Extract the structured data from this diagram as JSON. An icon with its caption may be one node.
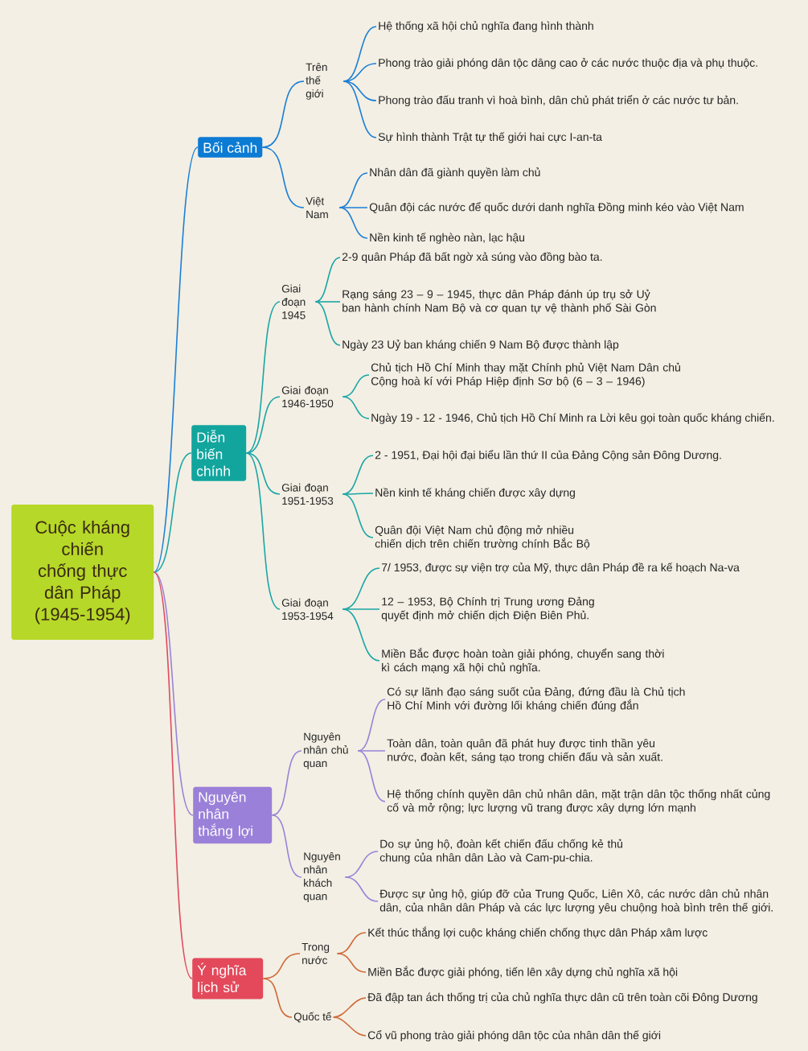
{
  "diagram": {
    "nodes": [
      {
        "text": [
          "Cuộc kháng chiến chống thực dân Pháp (1945-1954)"
        ]
      },
      {
        "text": [
          "Bối cảnh"
        ]
      },
      {
        "text": [
          "Trên thế giới"
        ]
      },
      {
        "text": [
          "Hệ thống xã hội chủ nghĩa đang hình thành"
        ]
      },
      {
        "text": [
          "Phong trào giải phóng dân tộc dâng cao ở các nước thuộc địa và phụ thuộc."
        ]
      },
      {
        "text": [
          "Phong trào đấu tranh vì hoà bình, dân chủ phát triển ở các nước tư bản."
        ]
      },
      {
        "text": [
          "Sự hình thành Trật tự thế giới hai cực I-an-ta"
        ]
      },
      {
        "text": [
          "Việt Nam"
        ]
      },
      {
        "text": [
          "Nhân dân đã giành quyền làm chủ"
        ]
      },
      {
        "text": [
          "Quân đội các nước để quốc dưới danh nghĩa Đồng minh kéo vào Việt Nam"
        ]
      },
      {
        "text": [
          "Nền kinh tế nghèo nàn, lạc hậu"
        ]
      },
      {
        "text": [
          "Diễn biến chính"
        ]
      },
      {
        "text": [
          "Giai đoạn 1945"
        ]
      },
      {
        "text": [
          "2-9 quân Pháp đã bất ngờ xả súng vào đồng bào ta."
        ]
      },
      {
        "text": [
          "Rạng sáng 23 – 9 – 1945, thực dân Pháp đánh úp trụ sở Uỷ ban hành chính Nam Bộ và cơ quan tự vệ thành phố Sài Gòn"
        ]
      },
      {
        "text": [
          "Ngày 23 Uỷ ban kháng chiến 9 Nam Bộ được thành lập"
        ]
      },
      {
        "text": [
          "Giai đoạn 1946-1950"
        ]
      },
      {
        "text": [
          "Chủ tịch Hồ Chí Minh thay mặt Chính phủ Việt Nam Dân chủ Cộng hoà kí với Pháp Hiệp định Sơ bộ (6 – 3 – 1946)"
        ]
      },
      {
        "text": [
          "Ngày 19 - 12 - 1946, Chủ tịch Hồ Chí Minh ra Lời kêu gọi toàn quốc kháng chiến."
        ]
      },
      {
        "text": [
          "Giai đoạn 1951-1953"
        ]
      },
      {
        "text": [
          "2 - 1951, Đại hội đại biểu lần thứ II của Đảng Cộng sản Đông Dương."
        ]
      },
      {
        "text": [
          "Nền kinh tế kháng chiến được xây dựng"
        ]
      },
      {
        "text": [
          "Quân đội Việt Nam chủ động mở nhiều chiến dịch trên chiến trường chính Bắc Bộ"
        ]
      },
      {
        "text": [
          "Giai đoạn 1953-1954"
        ]
      },
      {
        "text": [
          "7/ 1953, được sự viện trợ của Mỹ, thực dân Pháp đề ra kế hoạch Na-va"
        ]
      },
      {
        "text": [
          "12 – 1953, Bộ Chính trị Trung ương Đảng quyết định mở chiến dịch Điện Biên Phủ."
        ]
      },
      {
        "text": [
          "Miền Bắc được hoàn toàn giải phóng, chuyển sang thời kì cách mạng xã hội chủ nghĩa."
        ]
      },
      {
        "text": [
          "Nguyên nhân thắng lợi"
        ]
      },
      {
        "text": [
          "Nguyên nhân chủ quan"
        ]
      },
      {
        "text": [
          "Có sự lãnh đạo sáng suốt của Đảng, đứng đầu là Chủ tịch Hồ Chí Minh với đường lối kháng chiến đúng đắn"
        ]
      },
      {
        "text": [
          "Toàn dân, toàn quân đã phát huy được tinh thần yêu nước, đoàn kết, sáng tạo trong chiến đấu và sản xuất."
        ]
      },
      {
        "text": [
          "Hệ thống chính quyền dân chủ nhân dân, mặt trận dân tộc thống nhất củng cố và mở rộng; lực lượng vũ trang được xây dựng lớn mạnh"
        ]
      },
      {
        "text": [
          "Nguyên nhân khách quan"
        ]
      },
      {
        "text": [
          "Do sự ủng hộ, đoàn kết chiến đấu chống kẻ thủ chung của nhân dân Lào và Cam-pu-chia."
        ]
      },
      {
        "text": [
          "Được sự ủng hộ, giúp đỡ của Trung Quốc, Liên Xô, các nước dân chủ nhân dân, của nhân dân Pháp và các lực lượng yêu chuộng hoà bình trên thế giới."
        ]
      },
      {
        "text": [
          "Ý nghĩa lịch sử"
        ]
      },
      {
        "text": [
          "Trong nước"
        ]
      },
      {
        "text": [
          "Kết thúc thắng lợi cuộc kháng chiến chống thực dân Pháp xâm lược"
        ]
      },
      {
        "text": [
          "Miền Bắc được giải phóng, tiến lên xây dựng chủ nghĩa xã hội"
        ]
      },
      {
        "text": [
          "Quốc tế"
        ]
      },
      {
        "text": [
          "Đã đập tan ách thống trị của chủ nghĩa thực dân cũ trên toàn cõi Đông Dương"
        ]
      },
      {
        "text": [
          "Cổ vũ phong trào giải phóng dân tộc của nhân dân thế giới"
        ]
      }
    ],
    "edges": [
      {
        "from": 0,
        "to": 1,
        "arrow": "none",
        "color": "#1b7fd6"
      },
      {
        "from": 0,
        "to": 11,
        "arrow": "none",
        "color": "#1aa6a6"
      },
      {
        "from": 0,
        "to": 27,
        "arrow": "none",
        "color": "#9a82d8"
      },
      {
        "from": 0,
        "to": 35,
        "arrow": "none",
        "color": "#e04a5c"
      },
      {
        "from": 1,
        "to": 2,
        "arrow": "none",
        "color": "#1b7fd6"
      },
      {
        "from": 1,
        "to": 7,
        "arrow": "none",
        "color": "#1b7fd6"
      },
      {
        "from": 2,
        "to": 3,
        "arrow": "none",
        "color": "#1b7fd6"
      },
      {
        "from": 2,
        "to": 4,
        "arrow": "none",
        "color": "#1b7fd6"
      },
      {
        "from": 2,
        "to": 5,
        "arrow": "none",
        "color": "#1b7fd6"
      },
      {
        "from": 2,
        "to": 6,
        "arrow": "none",
        "color": "#1b7fd6"
      },
      {
        "from": 7,
        "to": 8,
        "arrow": "none",
        "color": "#1b7fd6"
      },
      {
        "from": 7,
        "to": 9,
        "arrow": "none",
        "color": "#1b7fd6"
      },
      {
        "from": 7,
        "to": 10,
        "arrow": "none",
        "color": "#1b7fd6"
      },
      {
        "from": 11,
        "to": 12,
        "arrow": "none",
        "color": "#1aa6a6"
      },
      {
        "from": 11,
        "to": 16,
        "arrow": "none",
        "color": "#1aa6a6"
      },
      {
        "from": 11,
        "to": 19,
        "arrow": "none",
        "color": "#1aa6a6"
      },
      {
        "from": 11,
        "to": 23,
        "arrow": "none",
        "color": "#1aa6a6"
      },
      {
        "from": 12,
        "to": 13,
        "arrow": "none",
        "color": "#1aa6a6"
      },
      {
        "from": 12,
        "to": 14,
        "arrow": "none",
        "color": "#1aa6a6"
      },
      {
        "from": 12,
        "to": 15,
        "arrow": "none",
        "color": "#1aa6a6"
      },
      {
        "from": 16,
        "to": 17,
        "arrow": "none",
        "color": "#1aa6a6"
      },
      {
        "from": 16,
        "to": 18,
        "arrow": "none",
        "color": "#1aa6a6"
      },
      {
        "from": 19,
        "to": 20,
        "arrow": "none",
        "color": "#1aa6a6"
      },
      {
        "from": 19,
        "to": 21,
        "arrow": "none",
        "color": "#1aa6a6"
      },
      {
        "from": 19,
        "to": 22,
        "arrow": "none",
        "color": "#1aa6a6"
      },
      {
        "from": 23,
        "to": 24,
        "arrow": "none",
        "color": "#1aa6a6"
      },
      {
        "from": 23,
        "to": 25,
        "arrow": "none",
        "color": "#1aa6a6"
      },
      {
        "from": 23,
        "to": 26,
        "arrow": "none",
        "color": "#1aa6a6"
      },
      {
        "from": 27,
        "to": 28,
        "arrow": "none",
        "color": "#9a82d8"
      },
      {
        "from": 27,
        "to": 32,
        "arrow": "none",
        "color": "#9a82d8"
      },
      {
        "from": 28,
        "to": 29,
        "arrow": "none",
        "color": "#9a82d8"
      },
      {
        "from": 28,
        "to": 30,
        "arrow": "none",
        "color": "#9a82d8"
      },
      {
        "from": 28,
        "to": 31,
        "arrow": "none",
        "color": "#9a82d8"
      },
      {
        "from": 32,
        "to": 33,
        "arrow": "none",
        "color": "#9a82d8"
      },
      {
        "from": 32,
        "to": 34,
        "arrow": "none",
        "color": "#9a82d8"
      },
      {
        "from": 35,
        "to": 36,
        "arrow": "none",
        "color": "#d06a3a"
      },
      {
        "from": 35,
        "to": 39,
        "arrow": "none",
        "color": "#d06a3a"
      },
      {
        "from": 36,
        "to": 37,
        "arrow": "none",
        "color": "#d06a3a"
      },
      {
        "from": 36,
        "to": 38,
        "arrow": "none",
        "color": "#d06a3a"
      },
      {
        "from": 39,
        "to": 40,
        "arrow": "none",
        "color": "#d06a3a"
      },
      {
        "from": 39,
        "to": 41,
        "arrow": "none",
        "color": "#d06a3a"
      }
    ]
  }
}
